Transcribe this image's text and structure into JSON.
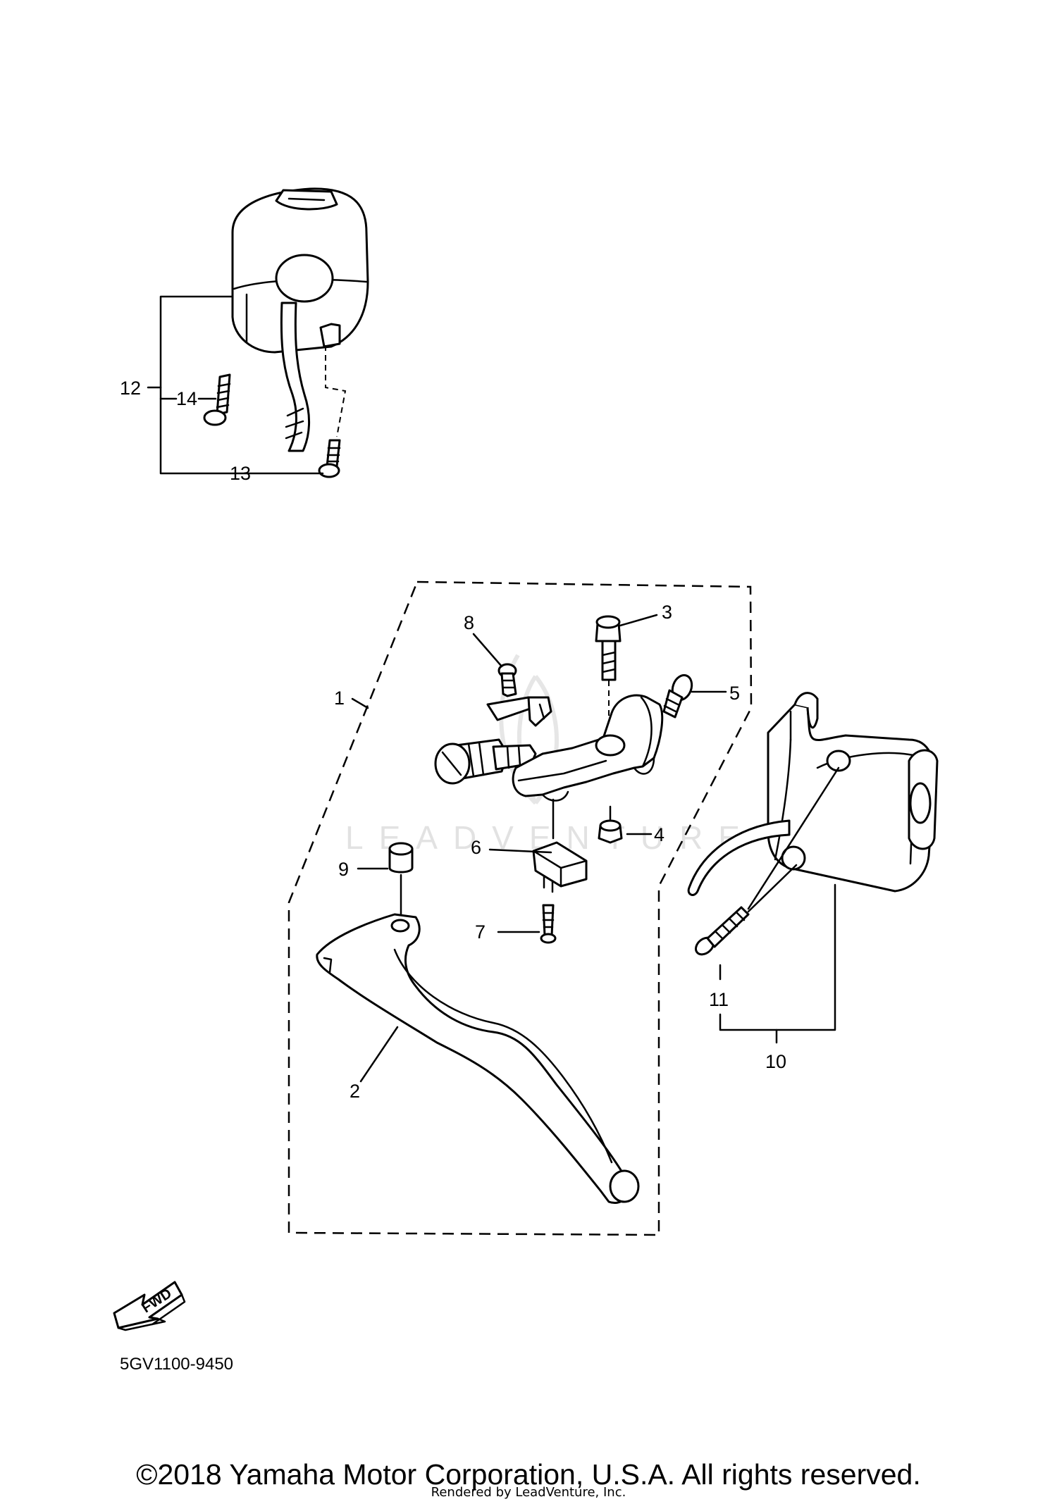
{
  "diagram": {
    "callouts": {
      "c1": "1",
      "c2": "2",
      "c3": "3",
      "c4": "4",
      "c5": "5",
      "c6": "6",
      "c7": "7",
      "c8": "8",
      "c9": "9",
      "c10": "10",
      "c11": "11",
      "c12": "12",
      "c13": "13",
      "c14": "14"
    },
    "fwd_label": "FWD",
    "diagram_code": "5GV1100-9450",
    "watermark": "LEADVENTURE"
  },
  "footer": {
    "copyright": "©2018 Yamaha Motor Corporation, U.S.A. All rights reserved.",
    "rendered_by": "Rendered by LeadVenture, Inc."
  }
}
